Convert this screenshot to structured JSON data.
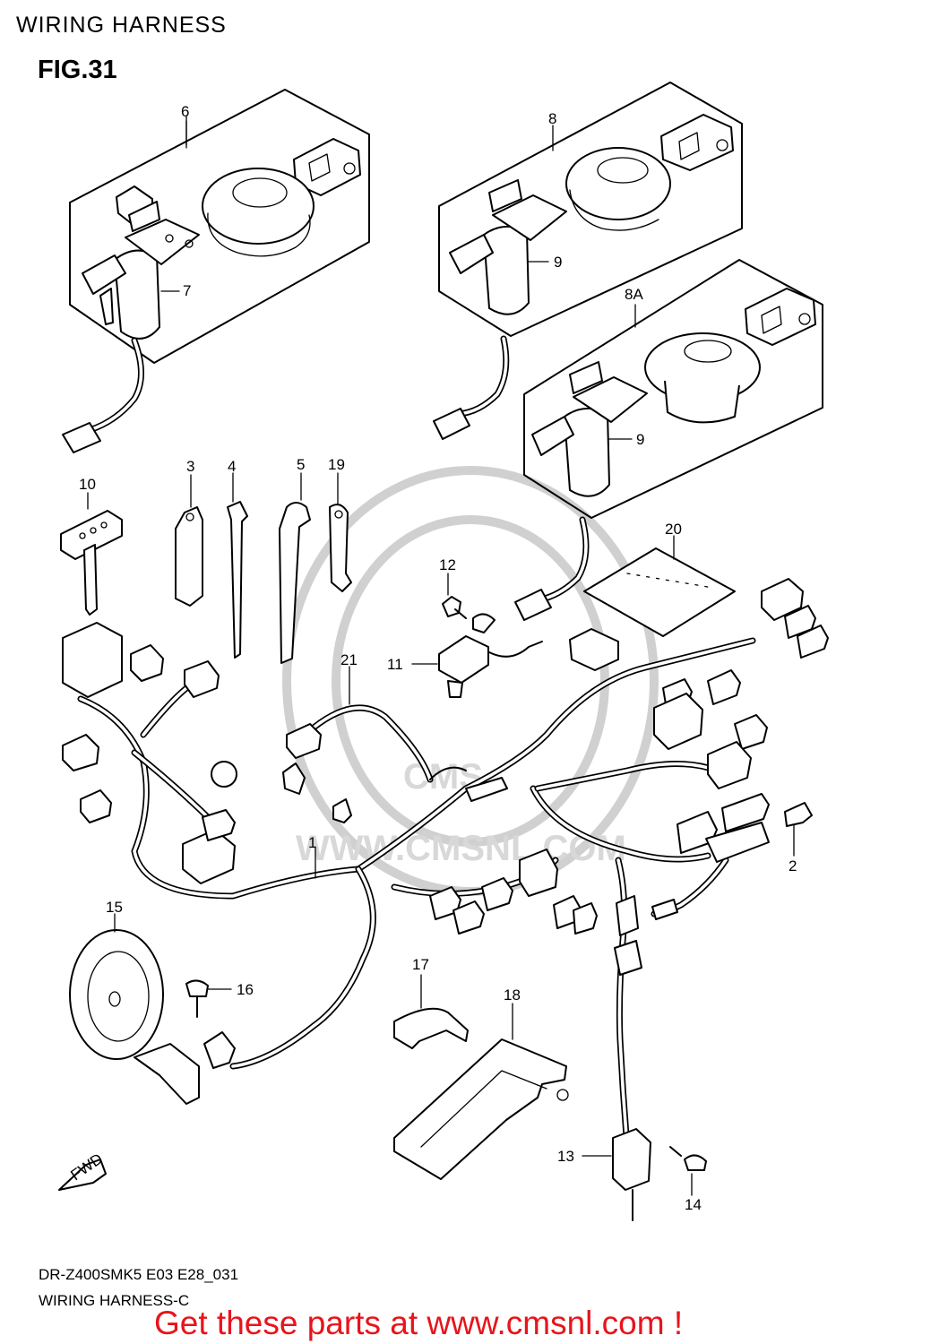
{
  "header": {
    "title": "WIRING HARNESS",
    "figure": "FIG.31"
  },
  "callouts": [
    "1",
    "2",
    "3",
    "4",
    "5",
    "6",
    "7",
    "8",
    "8A",
    "9",
    "9",
    "10",
    "11",
    "12",
    "13",
    "14",
    "15",
    "16",
    "17",
    "18",
    "19",
    "20",
    "21"
  ],
  "watermark": {
    "text": "WWW.CMSNL.COM",
    "logo_text": "CMS"
  },
  "arrow": {
    "label": "FWD"
  },
  "footer": {
    "model_code": "DR-Z400SMK5 E03 E28_031",
    "diagram_name": "WIRING HARNESS-C",
    "promo": "Get these parts at www.cmsnl.com !"
  },
  "colors": {
    "line": "#000000",
    "background": "#ffffff",
    "promo": "#e8141b",
    "watermark": "#d0d0d0"
  }
}
